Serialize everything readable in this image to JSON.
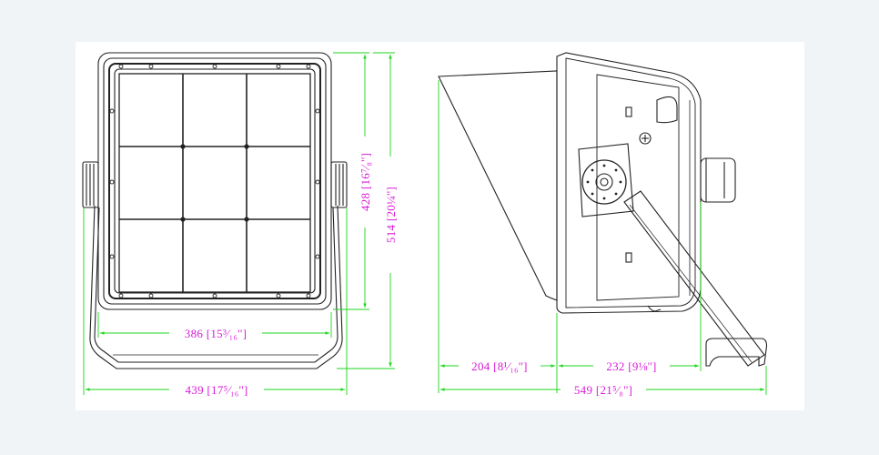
{
  "colors": {
    "dimension_line": "#1cd61c",
    "dimension_text": "#d81bd8",
    "outline": "#222222",
    "sheet_background": "#ffffff",
    "page_background": "#f0f4f7"
  },
  "front_view": {
    "width_inner": "386 [15³⁄₁₆'']",
    "width_outer": "439 [17⁵⁄₁₆'']",
    "height_body": "428 [16⁷⁄₈'']",
    "height_total": "514 [20¼'']"
  },
  "side_view": {
    "depth_front": "204 [8¹⁄₁₆'']",
    "depth_rear": "232 [9⅛'']",
    "depth_total": "549 [21⁵⁄₈'']"
  }
}
